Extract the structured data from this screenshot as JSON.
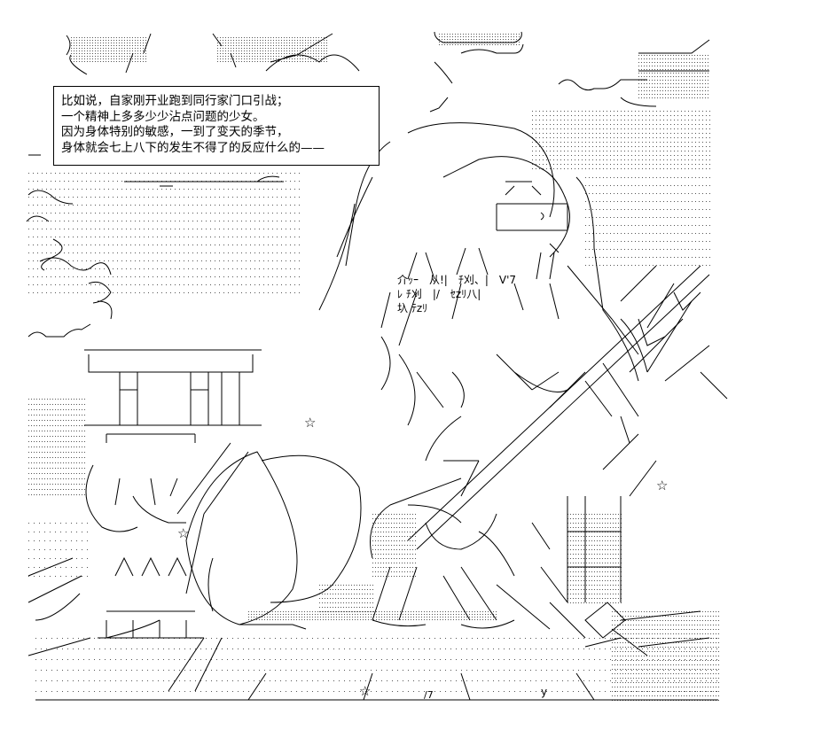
{
  "caption": {
    "lines": [
      "比如说，自家刚开业跑到同行家门口引战；",
      "一个精神上多多少少沾点问题的少女。",
      "因为身体特别的敏感，一到了变天的季节，",
      "身体就会七上八下的发生不得了的反应什么的——"
    ]
  },
  "glyphs": {
    "star": "☆",
    "face_text_1": "介ｯｰ　从!|　ﾁ刈、|　V'7",
    "face_text_2": "ﾚ ﾁ刈　|/　ｾzﾘ八|",
    "face_text_3": "圦 ﾃzﾘ",
    "bottom_mark": "/7",
    "bottom_y": "y"
  }
}
